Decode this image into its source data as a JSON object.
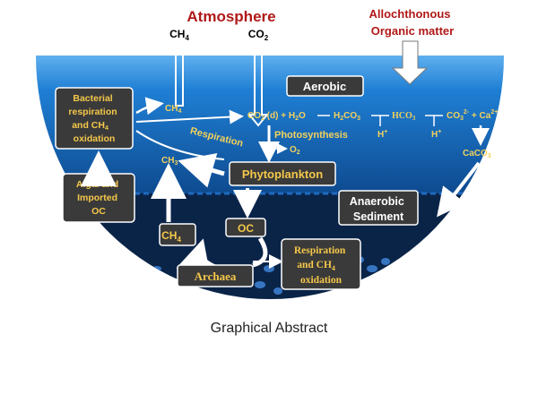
{
  "atmosphere": {
    "title": "Atmosphere",
    "ch4": "CH",
    "ch4_sub": "4",
    "co2": "CO",
    "co2_sub": "2"
  },
  "allochthonous": {
    "line1": "Allochthonous",
    "line2": "Organic matter"
  },
  "zones": {
    "aerobic": "Aerobic",
    "anaerobic_line1": "Anaerobic",
    "anaerobic_line2": "Sediment"
  },
  "boxes": {
    "bacterial": [
      "Bacterial",
      "respiration",
      "and CH",
      "oxidation"
    ],
    "bacterial_sub": "4",
    "algal": [
      "Algal and",
      "Imported",
      "OC"
    ],
    "phytoplankton": "Phytoplankton",
    "oc": "OC",
    "ch4_sediment": "CH",
    "ch4_sediment_sub": "4",
    "respiration_sed": [
      "Respiration",
      "and CH",
      "oxidation"
    ],
    "respiration_sed_sub": "4",
    "archaea": "Archaea"
  },
  "labels": {
    "ch4_upper": "CH",
    "ch4_upper_sub": "4",
    "ch3_mid": "CH",
    "ch3_mid_sub": "3",
    "co2_eq": "CO",
    "co2_eq_sub": "2",
    "co2_eq_rest": " (d) + H",
    "h2o_sub": "2",
    "h2o_o": "O",
    "h2co3": "H",
    "h2co3_sub": "2",
    "h2co3_rest": "CO",
    "h2co3_sub2": "3",
    "hco3": "HCO",
    "hco3_sub": "3",
    "co3": "CO",
    "co3_sub": "3",
    "co3_sup": "2-",
    "ca": " + Ca",
    "ca_sup": "2+",
    "h1": "H",
    "h1_sup": "+",
    "h2": "H",
    "h2_sup": "+",
    "caco3": "CaCO",
    "caco3_sub": "3",
    "respiration": "Respiration",
    "photosynthesis": "Photosynthesis",
    "o2": "O",
    "o2_sub": "2"
  },
  "caption": "Graphical Abstract",
  "colors": {
    "sky_water": "#1f77d0",
    "deep_water": "#0f3c78",
    "sediment": "#0a2448",
    "box_fill": "#3a3a3a",
    "box_text": "#f5c84a",
    "label_yellow": "#f2d15c",
    "title_red": "#b01818",
    "arrow": "#ffffff"
  }
}
